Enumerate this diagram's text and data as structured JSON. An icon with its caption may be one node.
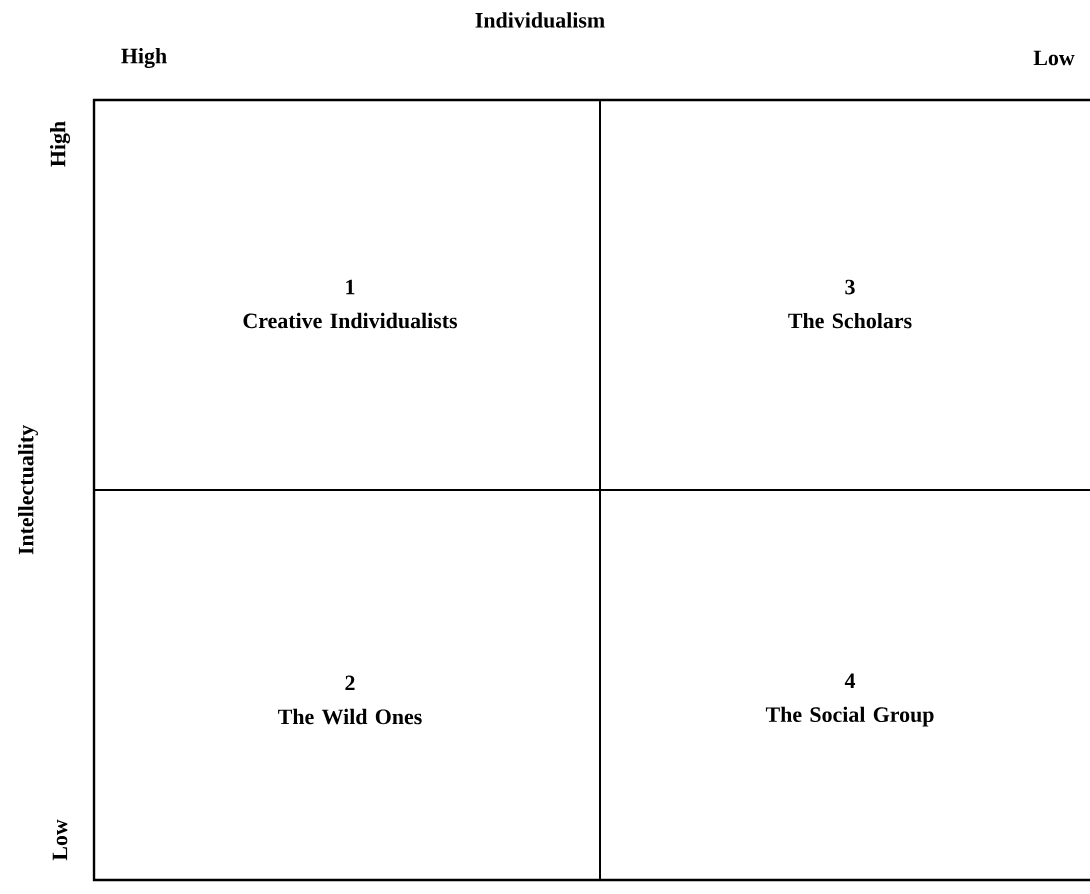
{
  "diagram": {
    "nodes": [
      {
        "text": [
          "1",
          "Creative Individualists"
        ]
      },
      {
        "text": [
          "3",
          "The Scholars"
        ]
      },
      {
        "text": [
          "2",
          "The Wild Ones"
        ]
      },
      {
        "text": [
          "4",
          "The Social Group"
        ]
      }
    ],
    "labels": [
      "Individualism",
      "High",
      "Low",
      "Intellectuality",
      "High",
      "Low"
    ]
  }
}
